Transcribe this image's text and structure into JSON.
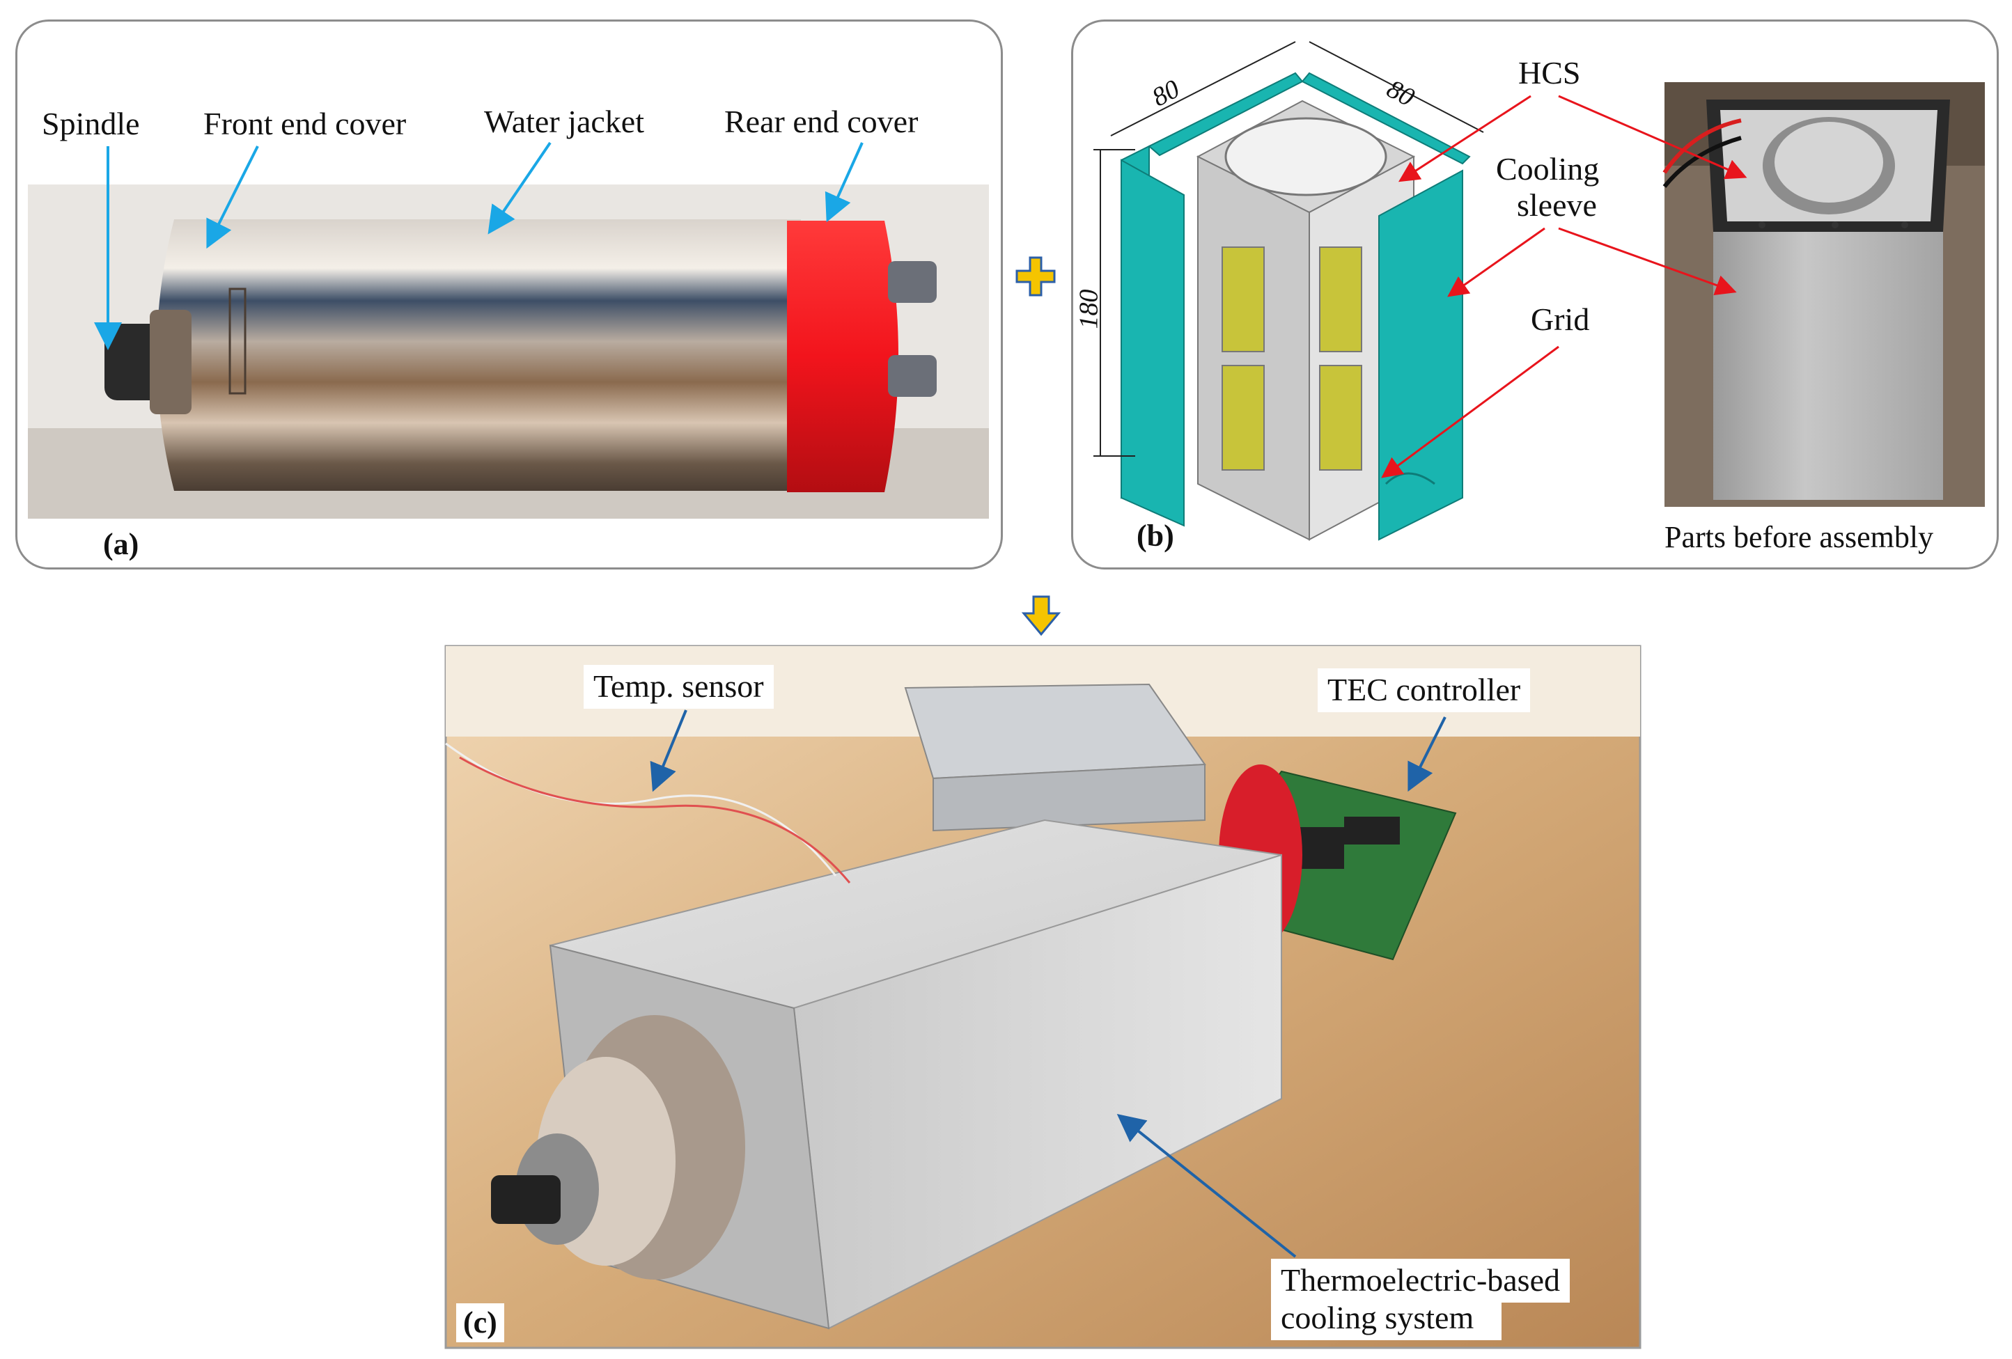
{
  "panel_a": {
    "tag": "(a)",
    "labels": {
      "spindle": "Spindle",
      "front_end_cover": "Front end cover",
      "water_jacket": "Water jacket",
      "rear_end_cover": "Rear end cover"
    }
  },
  "panel_b": {
    "tag": "(b)",
    "labels": {
      "hcs": "HCS",
      "cooling_sleeve_line1": "Cooling",
      "cooling_sleeve_line2": "sleeve",
      "grid": "Grid",
      "parts_caption": "Parts before assembly"
    },
    "dimensions": {
      "width": "80",
      "depth": "80",
      "height": "180"
    }
  },
  "panel_c": {
    "tag": "(c)",
    "labels": {
      "temp_sensor": "Temp. sensor",
      "tec_controller": "TEC controller",
      "cooling_system_line1": "Thermoelectric-based",
      "cooling_system_line2": "cooling system"
    }
  },
  "colors": {
    "arrow_blue": "#1aa7e6",
    "arrow_red": "#e8141c",
    "arrow_dark_blue": "#1f63a8",
    "sleeve_teal": "#19b5b0",
    "grid_yellow": "#c8c43a",
    "rear_cover_red": "#f2141c",
    "plus_yellow": "#f5c400"
  }
}
